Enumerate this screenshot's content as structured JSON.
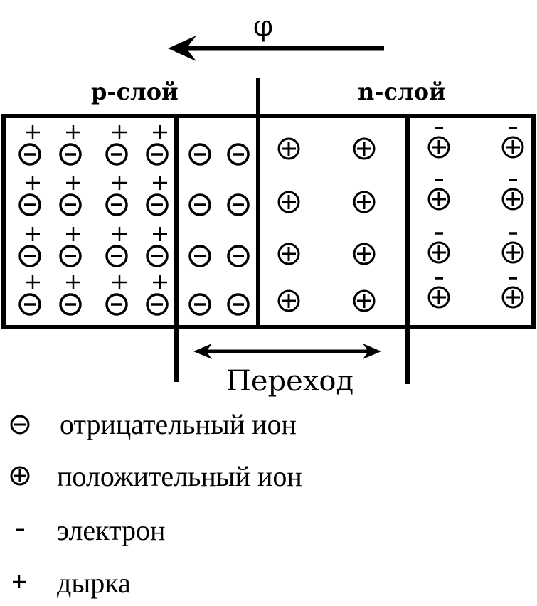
{
  "labels": {
    "phi": "φ",
    "p_layer": "p-слой",
    "n_layer": "n-слой",
    "transition": "Переход"
  },
  "legend": [
    {
      "symbol": "negative-ion-icon",
      "text": "отрицательный ион"
    },
    {
      "symbol": "positive-ion-icon",
      "text": "положительный ион"
    },
    {
      "symbol": "electron-icon",
      "text": "электрон"
    },
    {
      "symbol": "hole-icon",
      "text": "дырка"
    }
  ],
  "regions": {
    "p_bulk": {
      "content": "negative ions with holes",
      "rows": 4,
      "cols": 4
    },
    "p_depletion": {
      "content": "negative ions",
      "rows": 4,
      "cols": 2
    },
    "n_depletion": {
      "content": "positive ions",
      "rows": 4,
      "cols": 2
    },
    "n_bulk": {
      "content": "positive ions with electrons",
      "rows": 4,
      "cols": 2
    }
  }
}
